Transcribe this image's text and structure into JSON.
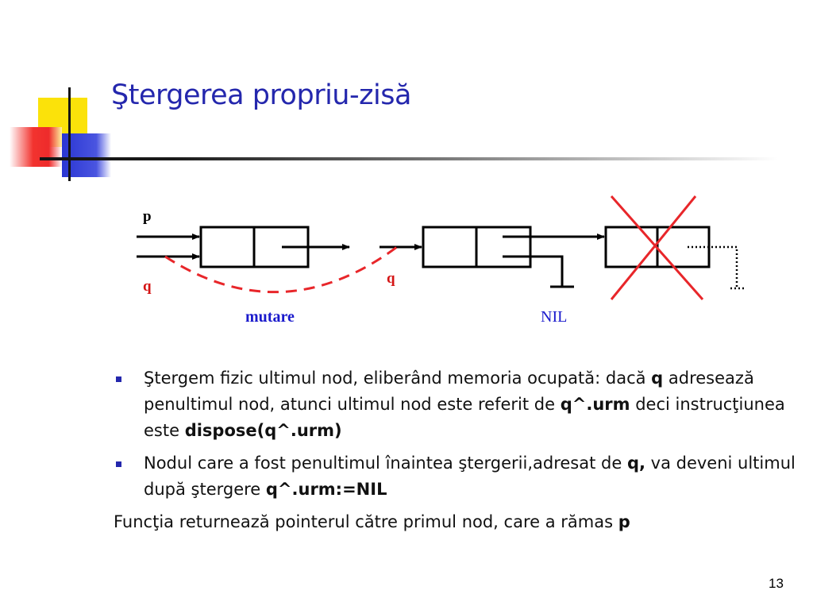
{
  "slide": {
    "title": "Ştergerea propriu-zisă",
    "page_number": "13"
  },
  "diagram": {
    "label_p": "p",
    "label_q_left": "q",
    "label_q_right": "q",
    "label_move": "mutare",
    "label_nil": "NIL"
  },
  "bullets": [
    {
      "text_1": "Ştergem fizic ultimul nod, eliberând memoria ocupată: dacă ",
      "bold_1": "q",
      "text_2": " adresează penultimul nod, atunci ultimul nod este referit de ",
      "bold_2": "q^.urm",
      "text_3": " deci instrucţiunea este ",
      "bold_3": "dispose(q^.urm)"
    },
    {
      "text_1": "Nodul care a fost penultimul înaintea ştergerii,adresat de ",
      "bold_1": "q,",
      "text_2": " va deveni ultimul după ştergere ",
      "bold_2": "q^.urm:=NIL"
    }
  ],
  "closing": {
    "text": "Funcţia returnează pointerul către primul nod, care a rămas ",
    "bold": "p"
  },
  "colors": {
    "title": "#2427ad",
    "accent_red": "#e8262a",
    "label_blue": "#1a1acc",
    "label_red": "#d41414"
  }
}
